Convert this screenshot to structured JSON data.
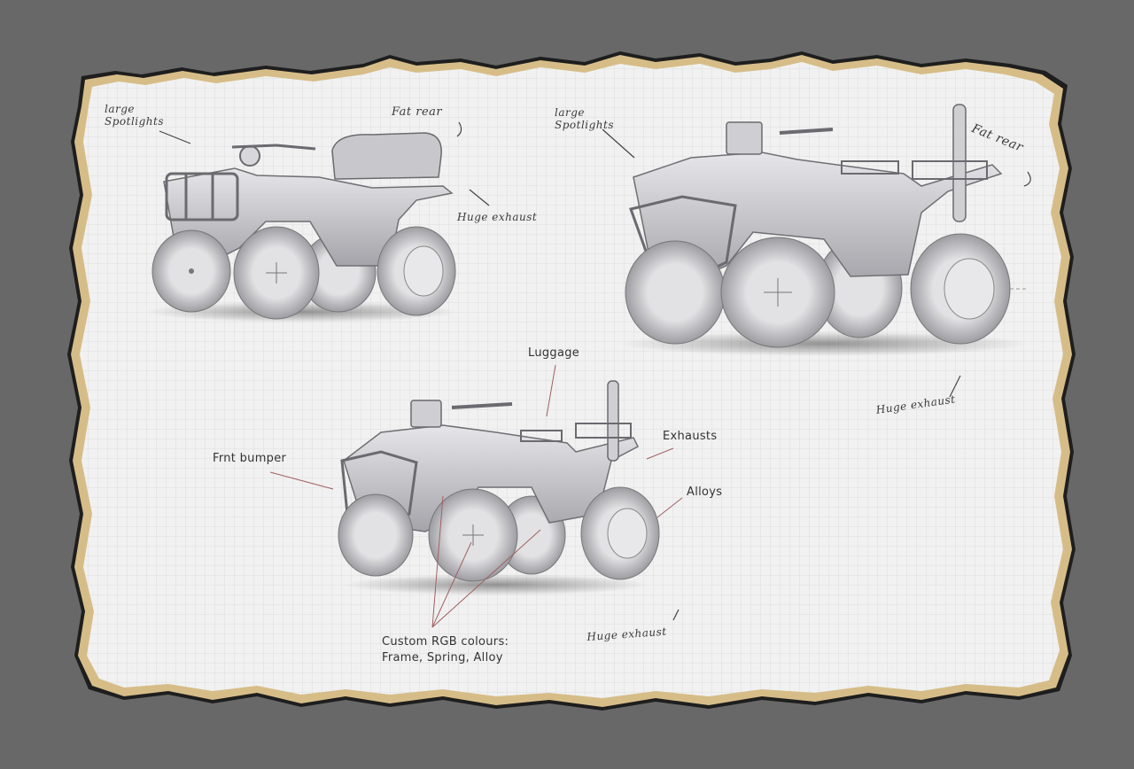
{
  "annotations": {
    "luggage": "Luggage",
    "exhausts": "Exhausts",
    "front_bumper": "Frnt bumper",
    "alloys": "Alloys",
    "custom_rgb": "Custom RGB colours:\nFrame, Spring, Alloy"
  },
  "handwritten_notes": {
    "sketch_left": {
      "spotlights": "large\nSpotlights",
      "fat_rear": "Fat rear",
      "huge_exhaust": "Huge exhaust"
    },
    "sketch_right": {
      "spotlights": "large\nSpotlights",
      "fat_rear": "Fat rear",
      "huge_exhaust": "Huge exhaust"
    },
    "sketch_bottom": {
      "huge_exhaust": "Huge exhaust"
    }
  },
  "colors": {
    "background": "#686868",
    "paper": "#f1f1f1",
    "paper_border": "#d8c08a",
    "paper_edge": "#2a2a2a",
    "grid": "#dcdcdc",
    "leader_line": "#a06060",
    "sketch": "#8a8a8e"
  }
}
